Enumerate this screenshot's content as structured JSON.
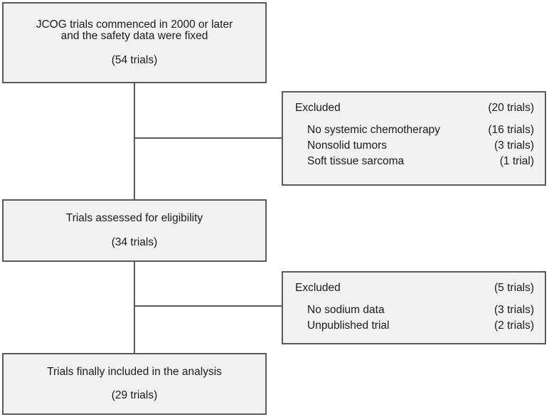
{
  "chart_data": {
    "type": "diagram",
    "title": "JCOG trial selection flow diagram",
    "nodes": [
      {
        "id": "box-top",
        "lines": [
          "JCOG trials commenced in 2000 or later",
          "and the safety data were fixed"
        ],
        "count": "(54 trials)"
      },
      {
        "id": "box-assessed",
        "lines": [
          "Trials assessed for eligibility"
        ],
        "count": "(34 trials)"
      },
      {
        "id": "box-final",
        "lines": [
          "Trials finally included in the analysis"
        ],
        "count": "(29 trials)"
      }
    ],
    "exclusions": [
      {
        "id": "box-excluded-1",
        "label": "Excluded",
        "total": "(20 trials)",
        "reasons": [
          {
            "reason": "No systemic chemotherapy",
            "count": "(16 trials)"
          },
          {
            "reason": "Nonsolid tumors",
            "count": "(3 trials)"
          },
          {
            "reason": "Soft tissue sarcoma",
            "count": "(1 trial)"
          }
        ]
      },
      {
        "id": "box-excluded-2",
        "label": "Excluded",
        "total": "(5 trials)",
        "reasons": [
          {
            "reason": "No sodium data",
            "count": "(3 trials)"
          },
          {
            "reason": "Unpublished trial",
            "count": "(2 trials)"
          }
        ]
      }
    ],
    "colors": {
      "box_fill": "#f2f2f2",
      "box_border": "#5a5a5a",
      "text": "#1a1a1a",
      "background": "#ffffff"
    }
  },
  "flow": {
    "top_box": {
      "line1": "JCOG trials commenced in 2000 or later",
      "line2": "and the safety data were fixed",
      "count": "(54 trials)"
    },
    "assessed_box": {
      "line1": "Trials assessed for eligibility",
      "count": "(34 trials)"
    },
    "final_box": {
      "line1": "Trials finally included in the analysis",
      "count": "(29 trials)"
    },
    "excluded_1": {
      "label": "Excluded",
      "total": "(20 trials)",
      "reasons": [
        {
          "reason": "No systemic chemotherapy",
          "count": "(16 trials)"
        },
        {
          "reason": "Nonsolid tumors",
          "count": "(3 trials)"
        },
        {
          "reason": "Soft tissue sarcoma",
          "count": "(1 trial)"
        }
      ]
    },
    "excluded_2": {
      "label": "Excluded",
      "total": "(5 trials)",
      "reasons": [
        {
          "reason": "No sodium data",
          "count": "(3 trials)"
        },
        {
          "reason": "Unpublished trial",
          "count": "(2 trials)"
        }
      ]
    }
  }
}
